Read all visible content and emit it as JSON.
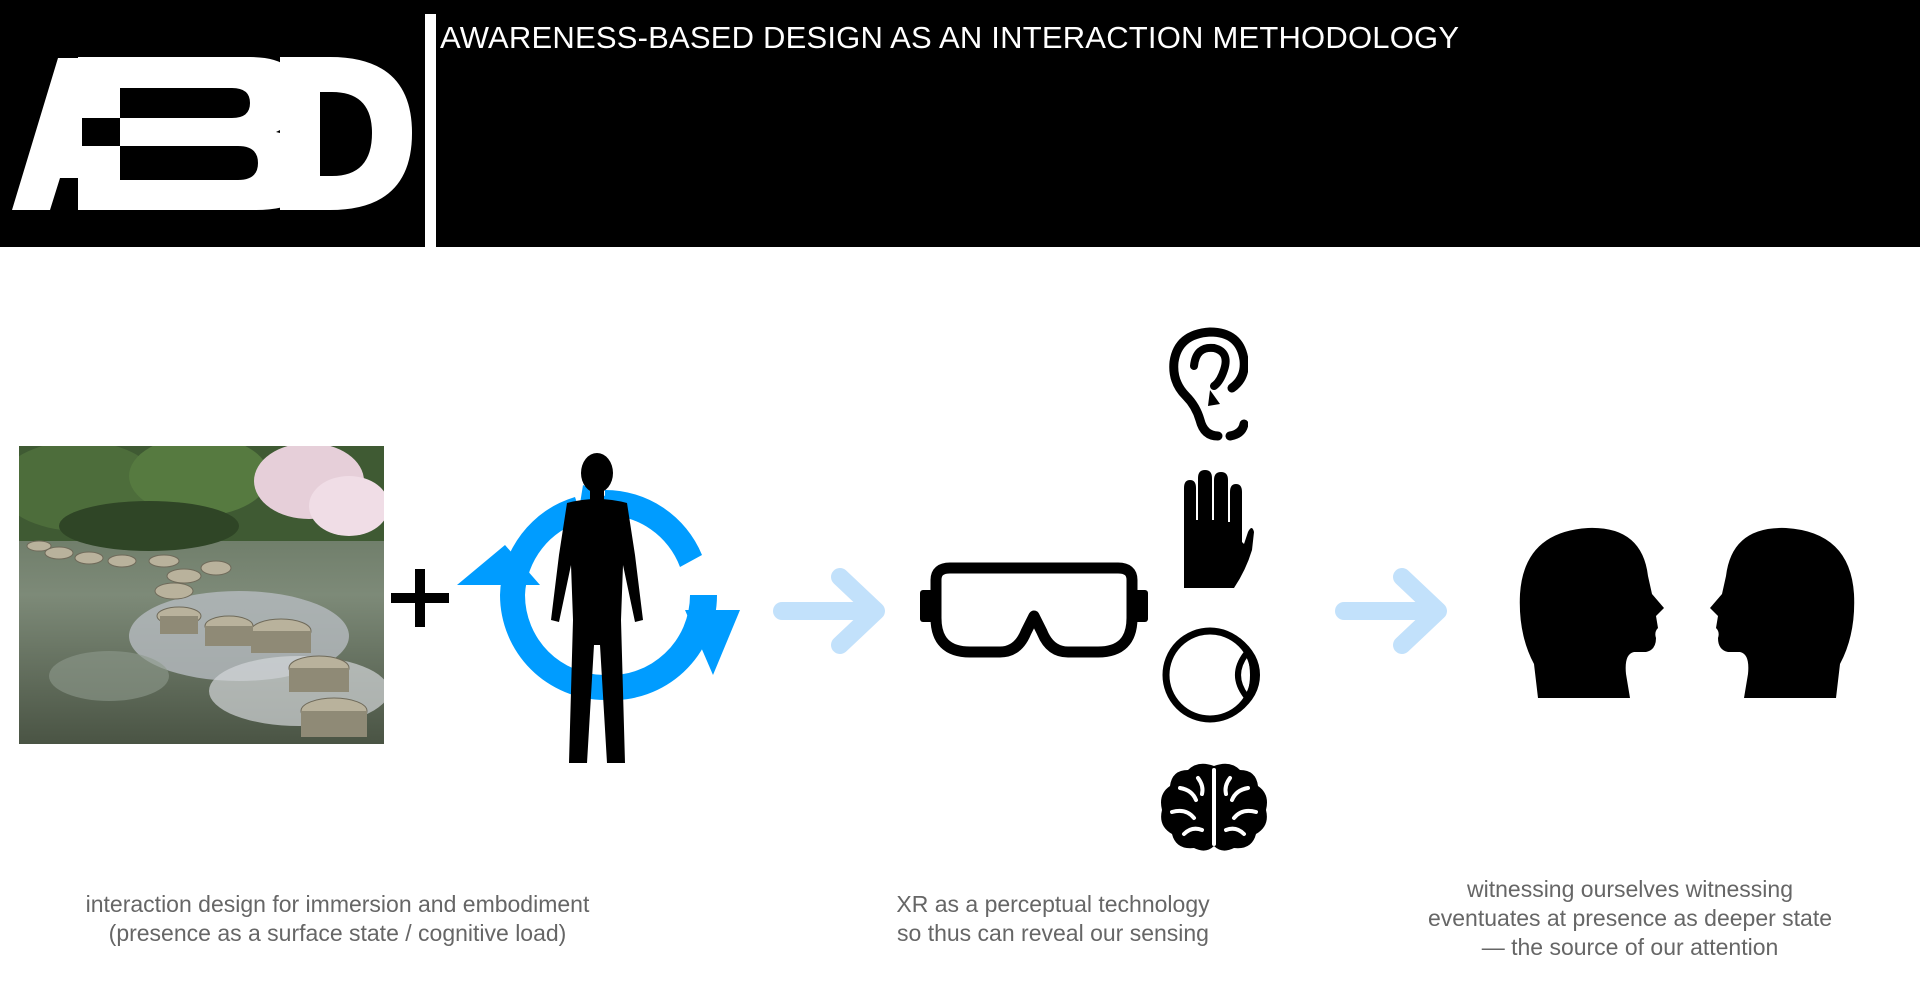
{
  "header": {
    "logo_text": "ABD",
    "title": "AWARENESS-BASED DESIGN AS AN INTERACTION METHODOLOGY"
  },
  "colors": {
    "header_bg": "#000000",
    "accent_blue": "#009CFF",
    "arrow_light_blue": "#C2E1FB",
    "caption_gray": "#666666"
  },
  "diagram": {
    "nodes": [
      {
        "id": "garden-photo",
        "depicts": "stepping stones in a garden pond"
      },
      {
        "id": "plus",
        "symbol": "+"
      },
      {
        "id": "body-cycle",
        "depicts": "human figure inside blue circular arrows"
      },
      {
        "id": "xr-goggles",
        "depicts": "XR goggles"
      },
      {
        "id": "senses",
        "items": [
          "ear-icon",
          "hand-icon",
          "eye-icon",
          "brain-icon"
        ]
      },
      {
        "id": "two-heads",
        "depicts": "two face-to-face head silhouettes"
      }
    ],
    "arrows": [
      {
        "from": "body-cycle",
        "to": "xr-goggles"
      },
      {
        "from": "senses",
        "to": "two-heads"
      }
    ]
  },
  "captions": {
    "left": {
      "line1": "interaction design for immersion and embodiment",
      "line2": "(presence as a surface state / cognitive load)"
    },
    "middle": {
      "line1": "XR as a perceptual technology",
      "line2": "so thus can reveal our sensing"
    },
    "right": {
      "line1": "witnessing ourselves witnessing",
      "line2": "eventuates at presence as deeper state",
      "line3": "— the source of our attention"
    }
  }
}
